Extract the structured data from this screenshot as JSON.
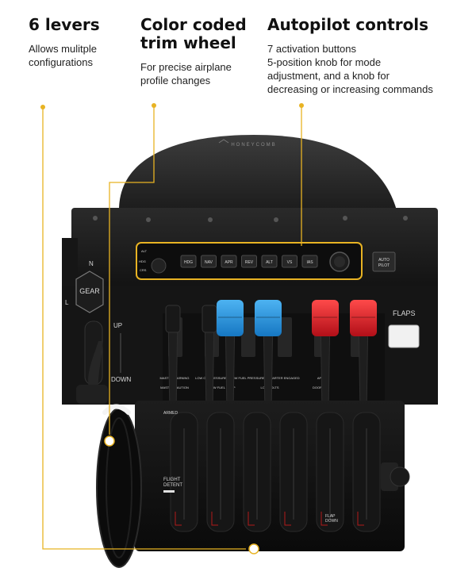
{
  "features": [
    {
      "title_lines": [
        "6 levers"
      ],
      "desc_lines": [
        "Allows mulitple",
        "configurations"
      ]
    },
    {
      "title_lines": [
        "Color coded",
        "trim wheel"
      ],
      "desc_lines": [
        "For precise airplane",
        "profile changes"
      ]
    },
    {
      "title_lines": [
        "Autopilot controls"
      ],
      "desc_lines": [
        "7 activation buttons",
        "5-position knob for mode",
        "adjustment, and a knob for",
        "decreasing or increasing commands"
      ]
    }
  ],
  "device": {
    "brand": "HONEYCOMB",
    "ap_buttons": [
      "HDG",
      "NAV",
      "APR",
      "REV",
      "ALT",
      "VS",
      "IAS"
    ],
    "autopilot_label": [
      "AUTO",
      "PILOT"
    ],
    "gear": {
      "label": "GEAR",
      "n": "N",
      "l": "L",
      "up": "UP",
      "down": "DOWN"
    },
    "flaps_label": "FLAPS",
    "annunciators_row1": [
      "MASTER WARNING",
      "LOW OIL PRESSURE",
      "LOW FUEL PRESSURE",
      "STARTER ENGAGED",
      "APU"
    ],
    "annunciators_row2": [
      "MASTER CAUTION",
      "LOW FUEL PUMP",
      "LOW VOLTS",
      "DOOR"
    ],
    "flight_detent": [
      "FLIGHT",
      "DETENT"
    ],
    "flap_down": [
      "FLAP",
      "DOWN"
    ],
    "armed": "ARMED",
    "mode_knob_labels": [
      "ALT",
      "HDG",
      "CRS"
    ]
  },
  "colors": {
    "accent": "#e8b323",
    "lever_blue": "#1f8fdc",
    "lever_red": "#e21b26",
    "body_dark": "#1a1a1a"
  }
}
